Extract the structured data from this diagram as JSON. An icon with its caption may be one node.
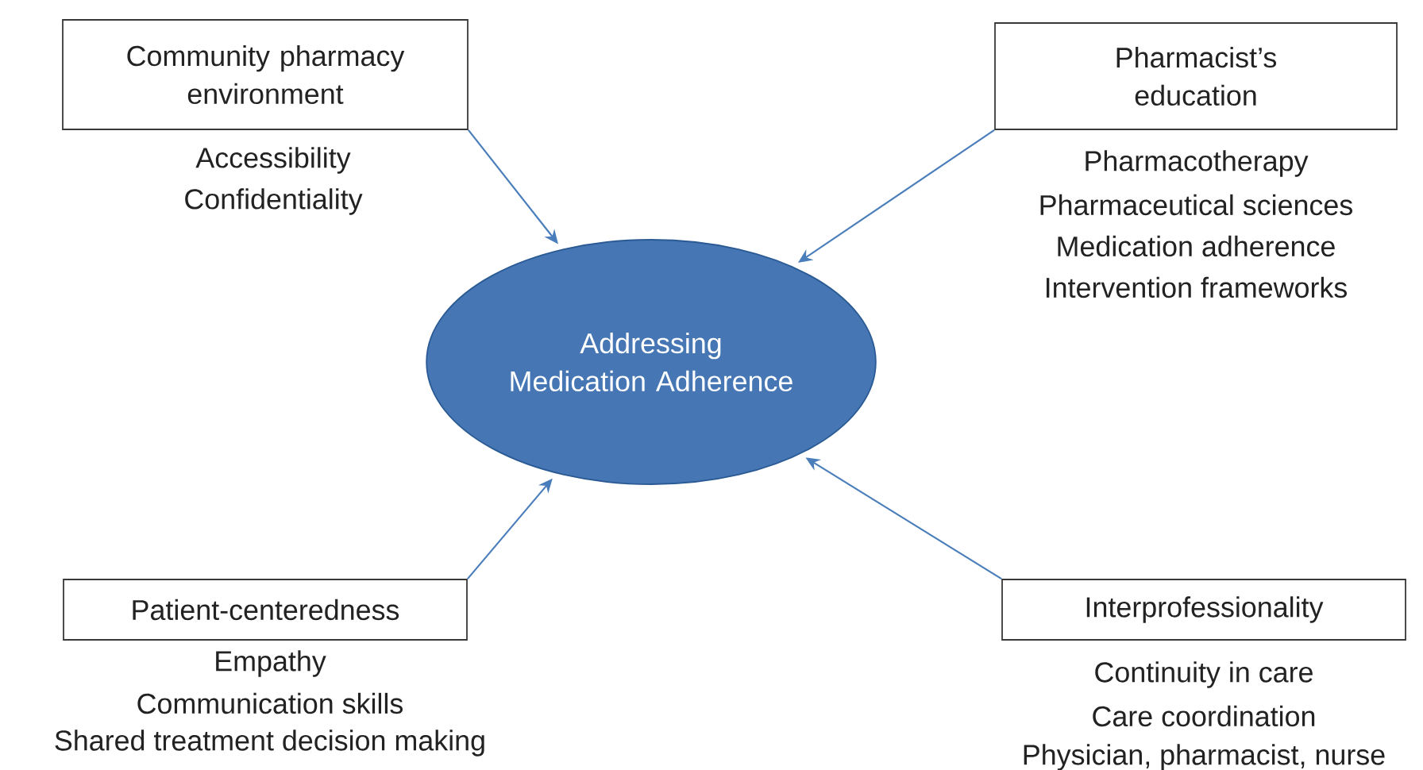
{
  "diagram": {
    "nodes": [
      {
        "text": [
          "Community pharmacy environment"
        ],
        "beside": [
          "Accessibility",
          "Confidentiality"
        ]
      },
      {
        "text": [
          "Pharmacist’s education"
        ],
        "beside": [
          "Pharmacotherapy",
          "Pharmaceutical sciences",
          "Medication adherence",
          "Intervention frameworks"
        ]
      },
      {
        "text": [
          "Addressing Medication Adherence"
        ]
      },
      {
        "text": [
          "Patient-centeredness"
        ],
        "beside": [
          "Empathy",
          "Communication skills",
          "Shared treatment decision making"
        ]
      },
      {
        "text": [
          "Interprofessionality"
        ],
        "beside": [
          "Continuity in care",
          "Care coordination",
          "Physician, pharmacist, nurse"
        ]
      }
    ],
    "edges": [
      {
        "from": 0,
        "to": 2,
        "arrow": "to"
      },
      {
        "from": 1,
        "to": 2,
        "arrow": "to"
      },
      {
        "from": 3,
        "to": 2,
        "arrow": "to"
      },
      {
        "from": 4,
        "to": 2,
        "arrow": "to"
      }
    ]
  }
}
